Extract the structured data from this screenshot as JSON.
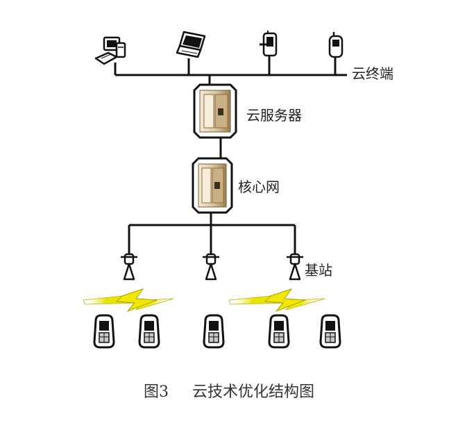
{
  "labels": {
    "cloud_terminal": "云终端",
    "cloud_server": "云服务器",
    "core_network": "核心网",
    "base_station": "基站"
  },
  "caption": {
    "number": "图3",
    "title": "云技术优化结构图"
  },
  "icons": {
    "terminals": [
      "desktop-computer-icon",
      "laptop-icon",
      "pda-icon",
      "mobile-phone-icon"
    ],
    "server": "server-cabinet-icon",
    "core": "server-cabinet-icon",
    "base_stations": [
      "antenna-icon",
      "antenna-icon",
      "antenna-icon"
    ],
    "wireless": [
      "lightning-bolt-icon",
      "lightning-bolt-icon"
    ],
    "handsets": [
      "mobile-phone-icon",
      "mobile-phone-icon",
      "mobile-phone-icon",
      "mobile-phone-icon",
      "mobile-phone-icon"
    ]
  },
  "colors": {
    "line": "#111111",
    "cabinet": "#d9c9a3",
    "cabinet_dark": "#a8895a",
    "bolt": "#f2e700",
    "device": "#222222"
  }
}
